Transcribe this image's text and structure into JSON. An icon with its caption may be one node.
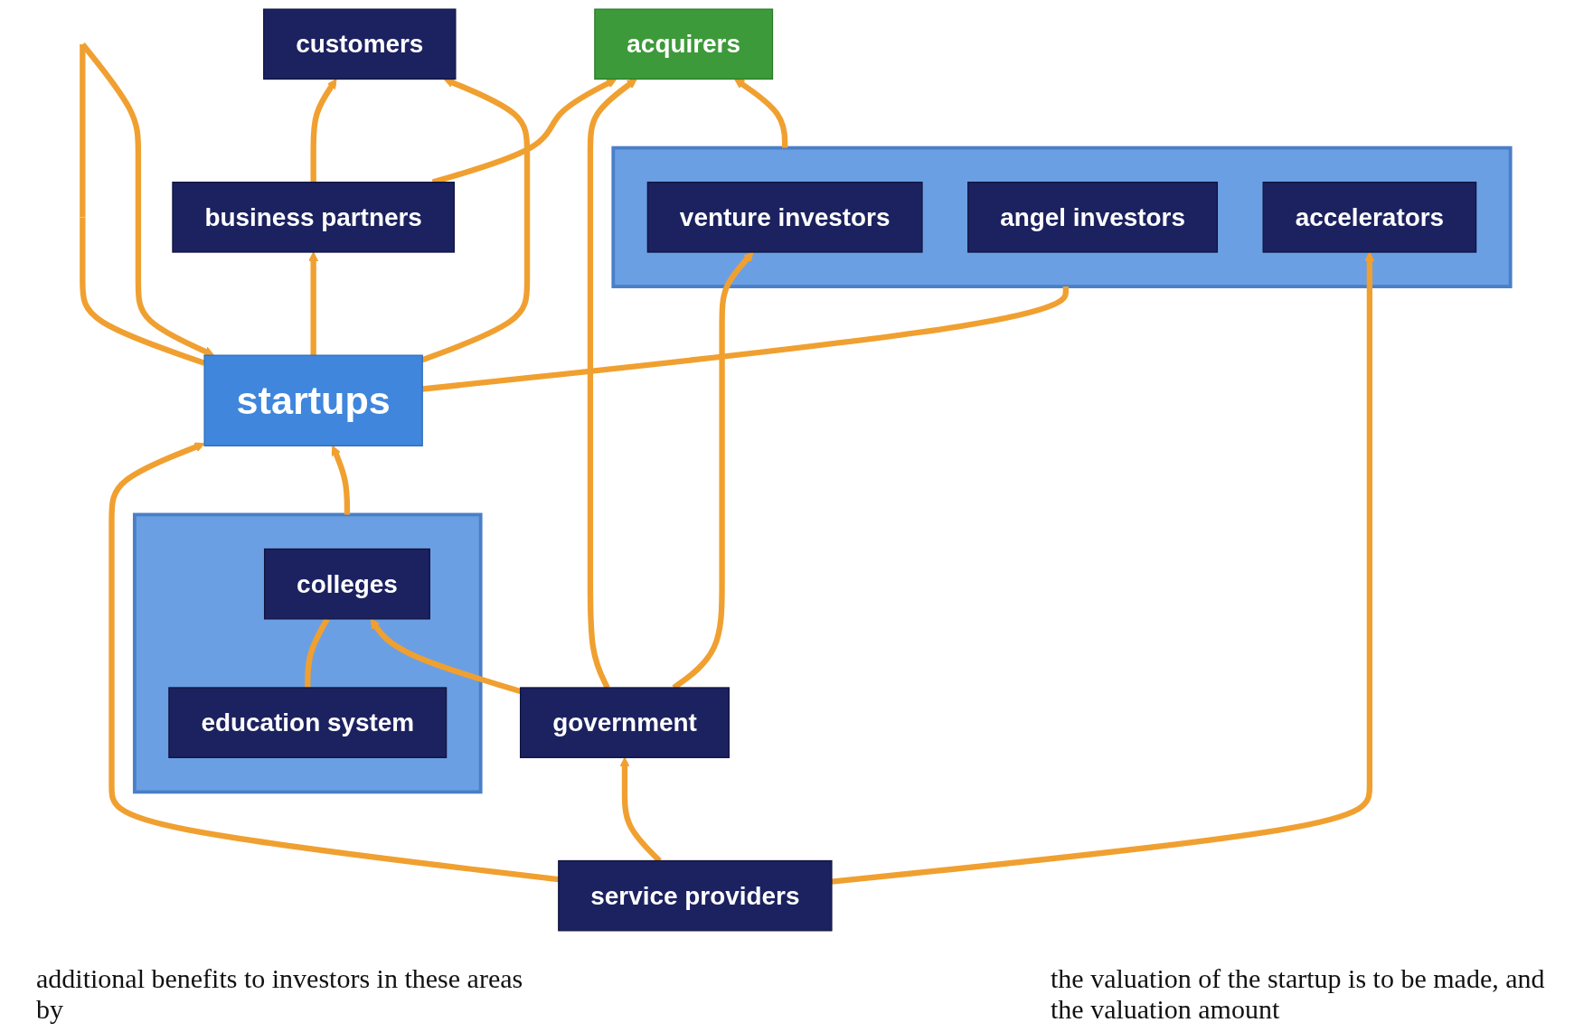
{
  "diagram": {
    "nodes": [
      {
        "text": [
          "acquirers"
        ]
      },
      {
        "text": [
          "business partners"
        ]
      },
      {
        "text": [
          "customers"
        ]
      },
      {
        "text": [],
        "shape": "box"
      },
      {
        "text": [
          "venture investors"
        ],
        "in": 3
      },
      {
        "text": [
          "angel investors"
        ],
        "in": 3
      },
      {
        "text": [
          "accelerators"
        ],
        "in": 3
      },
      {
        "text": [
          "government"
        ]
      },
      {
        "text": [
          "service providers"
        ]
      },
      {
        "text": [
          "startups"
        ]
      },
      {
        "text": [],
        "shape": "box"
      },
      {
        "text": [
          "colleges"
        ],
        "in": 10
      },
      {
        "text": [
          "education system"
        ],
        "in": 10
      }
    ],
    "edges": [
      {
        "from": 1,
        "to": 0,
        "arrow": "to"
      },
      {
        "from": 7,
        "to": 0,
        "arrow": "to"
      },
      {
        "from": 3,
        "to": 0,
        "arrow": "to"
      },
      {
        "from": 1,
        "to": 2,
        "arrow": "to"
      },
      {
        "from": 9,
        "to": 1,
        "arrow": "to"
      },
      {
        "from": 9,
        "to": 2,
        "arrow": "to"
      },
      {
        "from": 7,
        "to": 4,
        "arrow": "to"
      },
      {
        "from": 8,
        "to": 7,
        "arrow": "to"
      },
      {
        "from": 8,
        "to": 6,
        "arrow": "to"
      },
      {
        "from": 8,
        "to": 9,
        "arrow": "to"
      },
      {
        "from": 9,
        "to": 3,
        "arrow": "none"
      },
      {
        "from": 9,
        "to": 9,
        "arrow": "to"
      },
      {
        "from": 10,
        "to": 9,
        "arrow": "to"
      },
      {
        "from": 12,
        "to": 11,
        "arrow": "none"
      },
      {
        "from": 7,
        "to": 11,
        "arrow": "to"
      }
    ],
    "labels": [
      "additional benefits to investors in these areas by",
      "the valuation of the startup is to be made, and the valuation amount"
    ]
  }
}
